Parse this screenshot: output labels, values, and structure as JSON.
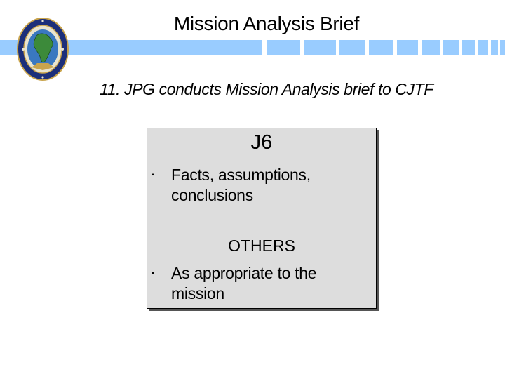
{
  "slide": {
    "title": "Mission Analysis Brief",
    "subtitle": "11. JPG conducts Mission Analysis brief to CJTF",
    "logo_icon": "us-africa-command-seal-icon",
    "accent_color": "#99ccff"
  },
  "box": {
    "heading": "J6",
    "items": [
      {
        "bullet": "▪",
        "text_lines": [
          "Facts, assumptions,",
          "conclusions"
        ]
      },
      {
        "bullet": "▪",
        "text_lines": [
          "As appropriate to the",
          "mission"
        ]
      }
    ],
    "subheading": "OTHERS"
  }
}
